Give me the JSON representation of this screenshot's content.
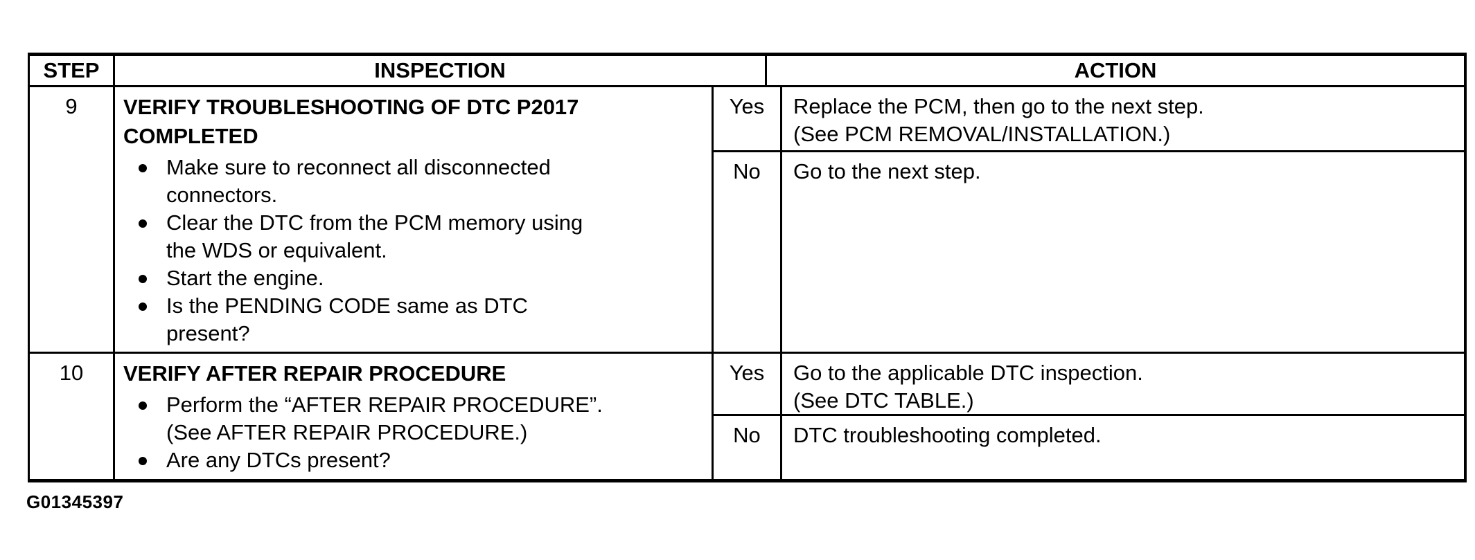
{
  "page": {
    "background": "#ffffff",
    "text_color": "#000000",
    "border_color": "#000000"
  },
  "figure_label": "G01345397",
  "table": {
    "headers": {
      "step": "STEP",
      "inspection": "INSPECTION",
      "action": "ACTION"
    },
    "rows": [
      {
        "step": "9",
        "title_lines": [
          "VERIFY TROUBLESHOOTING OF DTC P2017",
          "COMPLETED"
        ],
        "bullets": [
          [
            "Make sure to reconnect all disconnected",
            "connectors."
          ],
          [
            "Clear the DTC from the PCM memory using",
            "the WDS or equivalent."
          ],
          [
            "Start the engine."
          ],
          [
            "Is the PENDING CODE same as DTC",
            "present?"
          ]
        ],
        "branches": [
          {
            "label": "Yes",
            "action_lines": [
              "Replace the PCM, then go to the next step.",
              "(See PCM REMOVAL/INSTALLATION.)"
            ]
          },
          {
            "label": "No",
            "action_lines": [
              "Go to the next step."
            ]
          }
        ]
      },
      {
        "step": "10",
        "title_lines": [
          "VERIFY AFTER REPAIR PROCEDURE"
        ],
        "bullets": [
          [
            "Perform the “AFTER REPAIR PROCEDURE”.",
            "(See AFTER REPAIR PROCEDURE.)"
          ],
          [
            "Are any DTCs present?"
          ]
        ],
        "branches": [
          {
            "label": "Yes",
            "action_lines": [
              "Go to the applicable DTC inspection.",
              "(See DTC TABLE.)"
            ]
          },
          {
            "label": "No",
            "action_lines": [
              "DTC troubleshooting completed."
            ]
          }
        ]
      }
    ]
  }
}
